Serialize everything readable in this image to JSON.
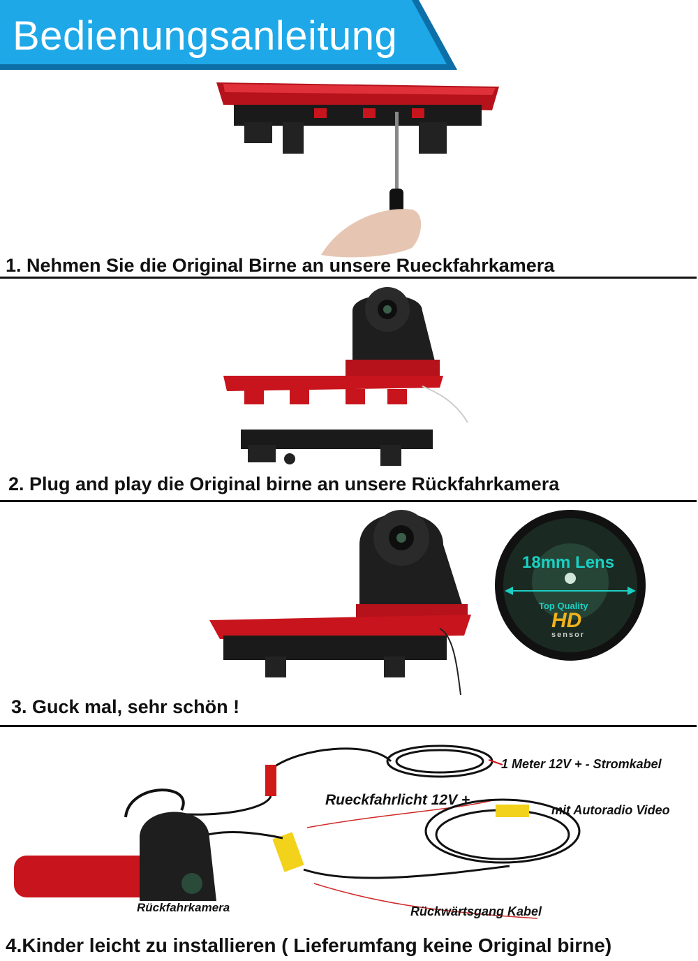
{
  "banner": {
    "title": "Bedienungsanleitung",
    "color": "#1ea8e8"
  },
  "steps": [
    {
      "caption": "1. Nehmen Sie die Original Birne an unsere Rueckfahrkamera"
    },
    {
      "caption": "2. Plug and play die Original birne an unsere Rückfahrkamera"
    },
    {
      "caption": "3. Guck mal, sehr schön !"
    },
    {
      "caption": "4.Kinder leicht zu installieren ( Lieferumfang keine Original birne)"
    }
  ],
  "lens_badge": {
    "lens": "18mm Lens",
    "quality": "Top Quality",
    "hd": "HD",
    "sensor": "sensor"
  },
  "wiring_labels": {
    "power": "1 Meter 12V + - Stromkabel",
    "reverse_light": "Rueckfahrlicht 12V +",
    "video": "mit Autoradio Video",
    "camera": "Rückfahrkamera",
    "reverse_gear": "Rückwärtsgang Kabel"
  },
  "colors": {
    "brake_light_red": "#c8141c",
    "housing_black": "#1a1a1a",
    "rca_yellow": "#f2d21a",
    "lens_teal": "#1bd0c2"
  }
}
